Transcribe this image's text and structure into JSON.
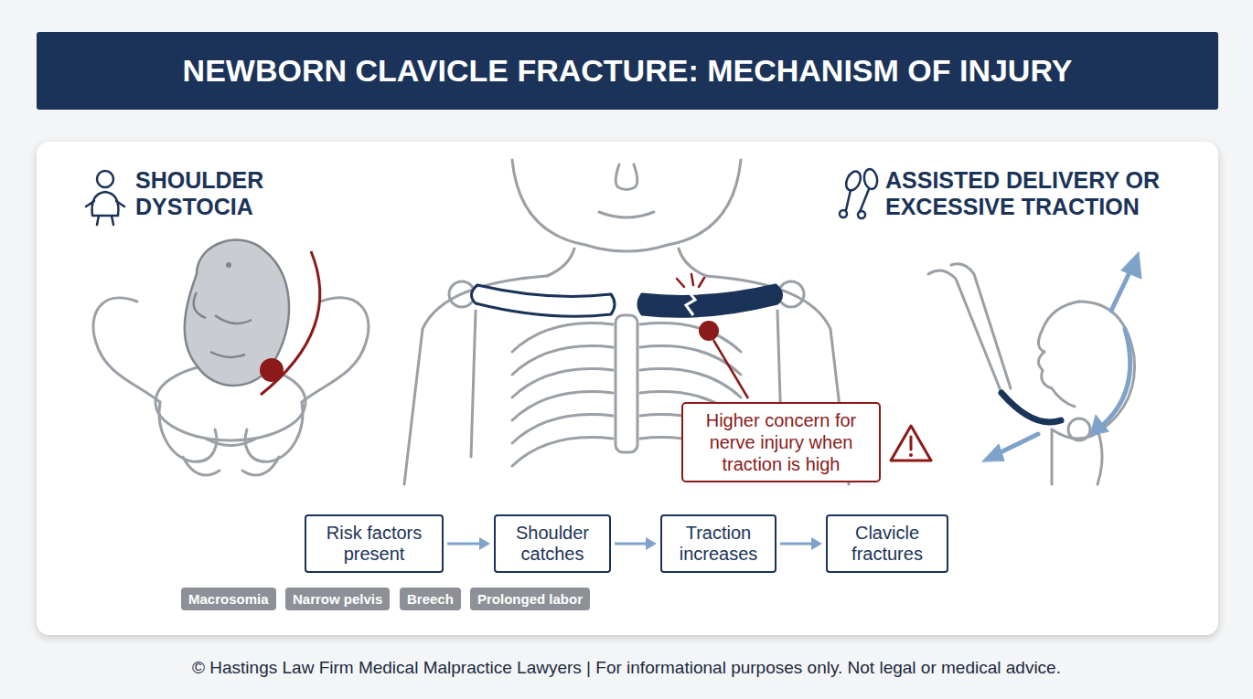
{
  "diagram": {
    "title": "NEWBORN CLAVICLE FRACTURE: MECHANISM OF INJURY",
    "caption": "© Hastings Law Firm Medical Malpractice Lawyers | For informational purposes only. Not legal or medical advice.",
    "nodes": [
      {
        "text": [
          "Higher concern for nerve injury when traction is high"
        ]
      },
      {
        "text": [
          "Risk factors present"
        ]
      },
      {
        "text": [
          "Shoulder catches"
        ]
      },
      {
        "text": [
          "Traction increases"
        ]
      },
      {
        "text": [
          "Clavicle fractures"
        ]
      },
      {
        "text": [
          "Macrosomia"
        ]
      },
      {
        "text": [
          "Narrow pelvis"
        ]
      },
      {
        "text": [
          "Breech"
        ]
      },
      {
        "text": [
          "Prolonged labor"
        ]
      }
    ],
    "edges": [
      {
        "from": 1,
        "to": 2,
        "arrow": "to"
      },
      {
        "from": 2,
        "to": 3,
        "arrow": "to"
      },
      {
        "from": 3,
        "to": 4,
        "arrow": "to"
      }
    ],
    "labels": [
      "SHOULDER DYSTOCIA",
      "ASSISTED DELIVERY OR EXCESSIVE TRACTION"
    ]
  }
}
